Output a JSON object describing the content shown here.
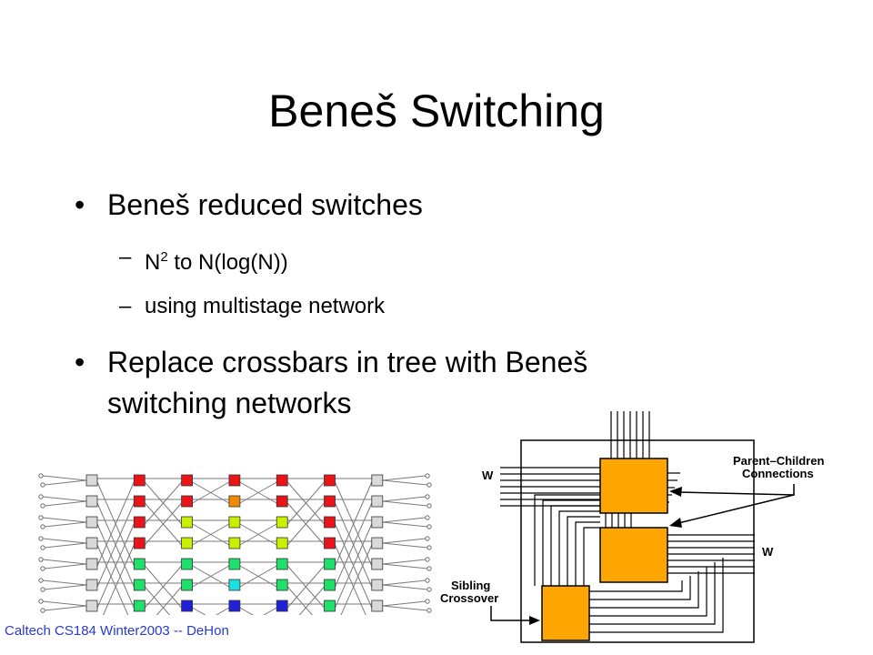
{
  "slide": {
    "title": "Beneš Switching",
    "bullets": [
      {
        "text": "Beneš reduced switches",
        "subbullets": [
          {
            "prefix": "N",
            "sup": "2",
            "suffix": " to N(log(N))"
          },
          {
            "text": "using multistage network"
          }
        ]
      },
      {
        "line1": "Replace crossbars in tree with Beneš",
        "line2": "switching networks"
      }
    ],
    "bullet_glyph": "•",
    "dash_glyph": "–",
    "footer": "Caltech CS184 Winter2003 -- DeHon"
  },
  "benes_figure": {
    "rows": 8,
    "stages": 7,
    "stage_colors": [
      [
        "#d9d9d9",
        "#d9d9d9",
        "#d9d9d9",
        "#d9d9d9",
        "#d9d9d9",
        "#d9d9d9",
        "#d9d9d9",
        "#d9d9d9"
      ],
      [
        "#e8141a",
        "#e8141a",
        "#e8141a",
        "#e8141a",
        "#1fe06a",
        "#1fe06a",
        "#1fe06a",
        "#1fe06a"
      ],
      [
        "#e8141a",
        "#e8141a",
        "#c8f000",
        "#c8f000",
        "#1fe06a",
        "#1fe06a",
        "#2020d8",
        "#2020d8"
      ],
      [
        "#e8141a",
        "#f08a00",
        "#c8f000",
        "#c8f000",
        "#1fe06a",
        "#1ee0e0",
        "#2020d8",
        "#b020e0"
      ],
      [
        "#e8141a",
        "#e8141a",
        "#c8f000",
        "#c8f000",
        "#1fe06a",
        "#1fe06a",
        "#2020d8",
        "#2020d8"
      ],
      [
        "#e8141a",
        "#e8141a",
        "#e8141a",
        "#e8141a",
        "#1fe06a",
        "#1fe06a",
        "#1fe06a",
        "#1fe06a"
      ],
      [
        "#d9d9d9",
        "#d9d9d9",
        "#d9d9d9",
        "#d9d9d9",
        "#d9d9d9",
        "#d9d9d9",
        "#d9d9d9",
        "#d9d9d9"
      ]
    ],
    "wire_color": "#7a7a7a"
  },
  "tree_figure": {
    "label_parent_children_1": "Parent–Children",
    "label_parent_children_2": "Connections",
    "label_w_left": "W",
    "label_w_right": "W",
    "label_sibling_1": "Sibling",
    "label_sibling_2": "Crossover",
    "box_color": "#ffa500"
  }
}
